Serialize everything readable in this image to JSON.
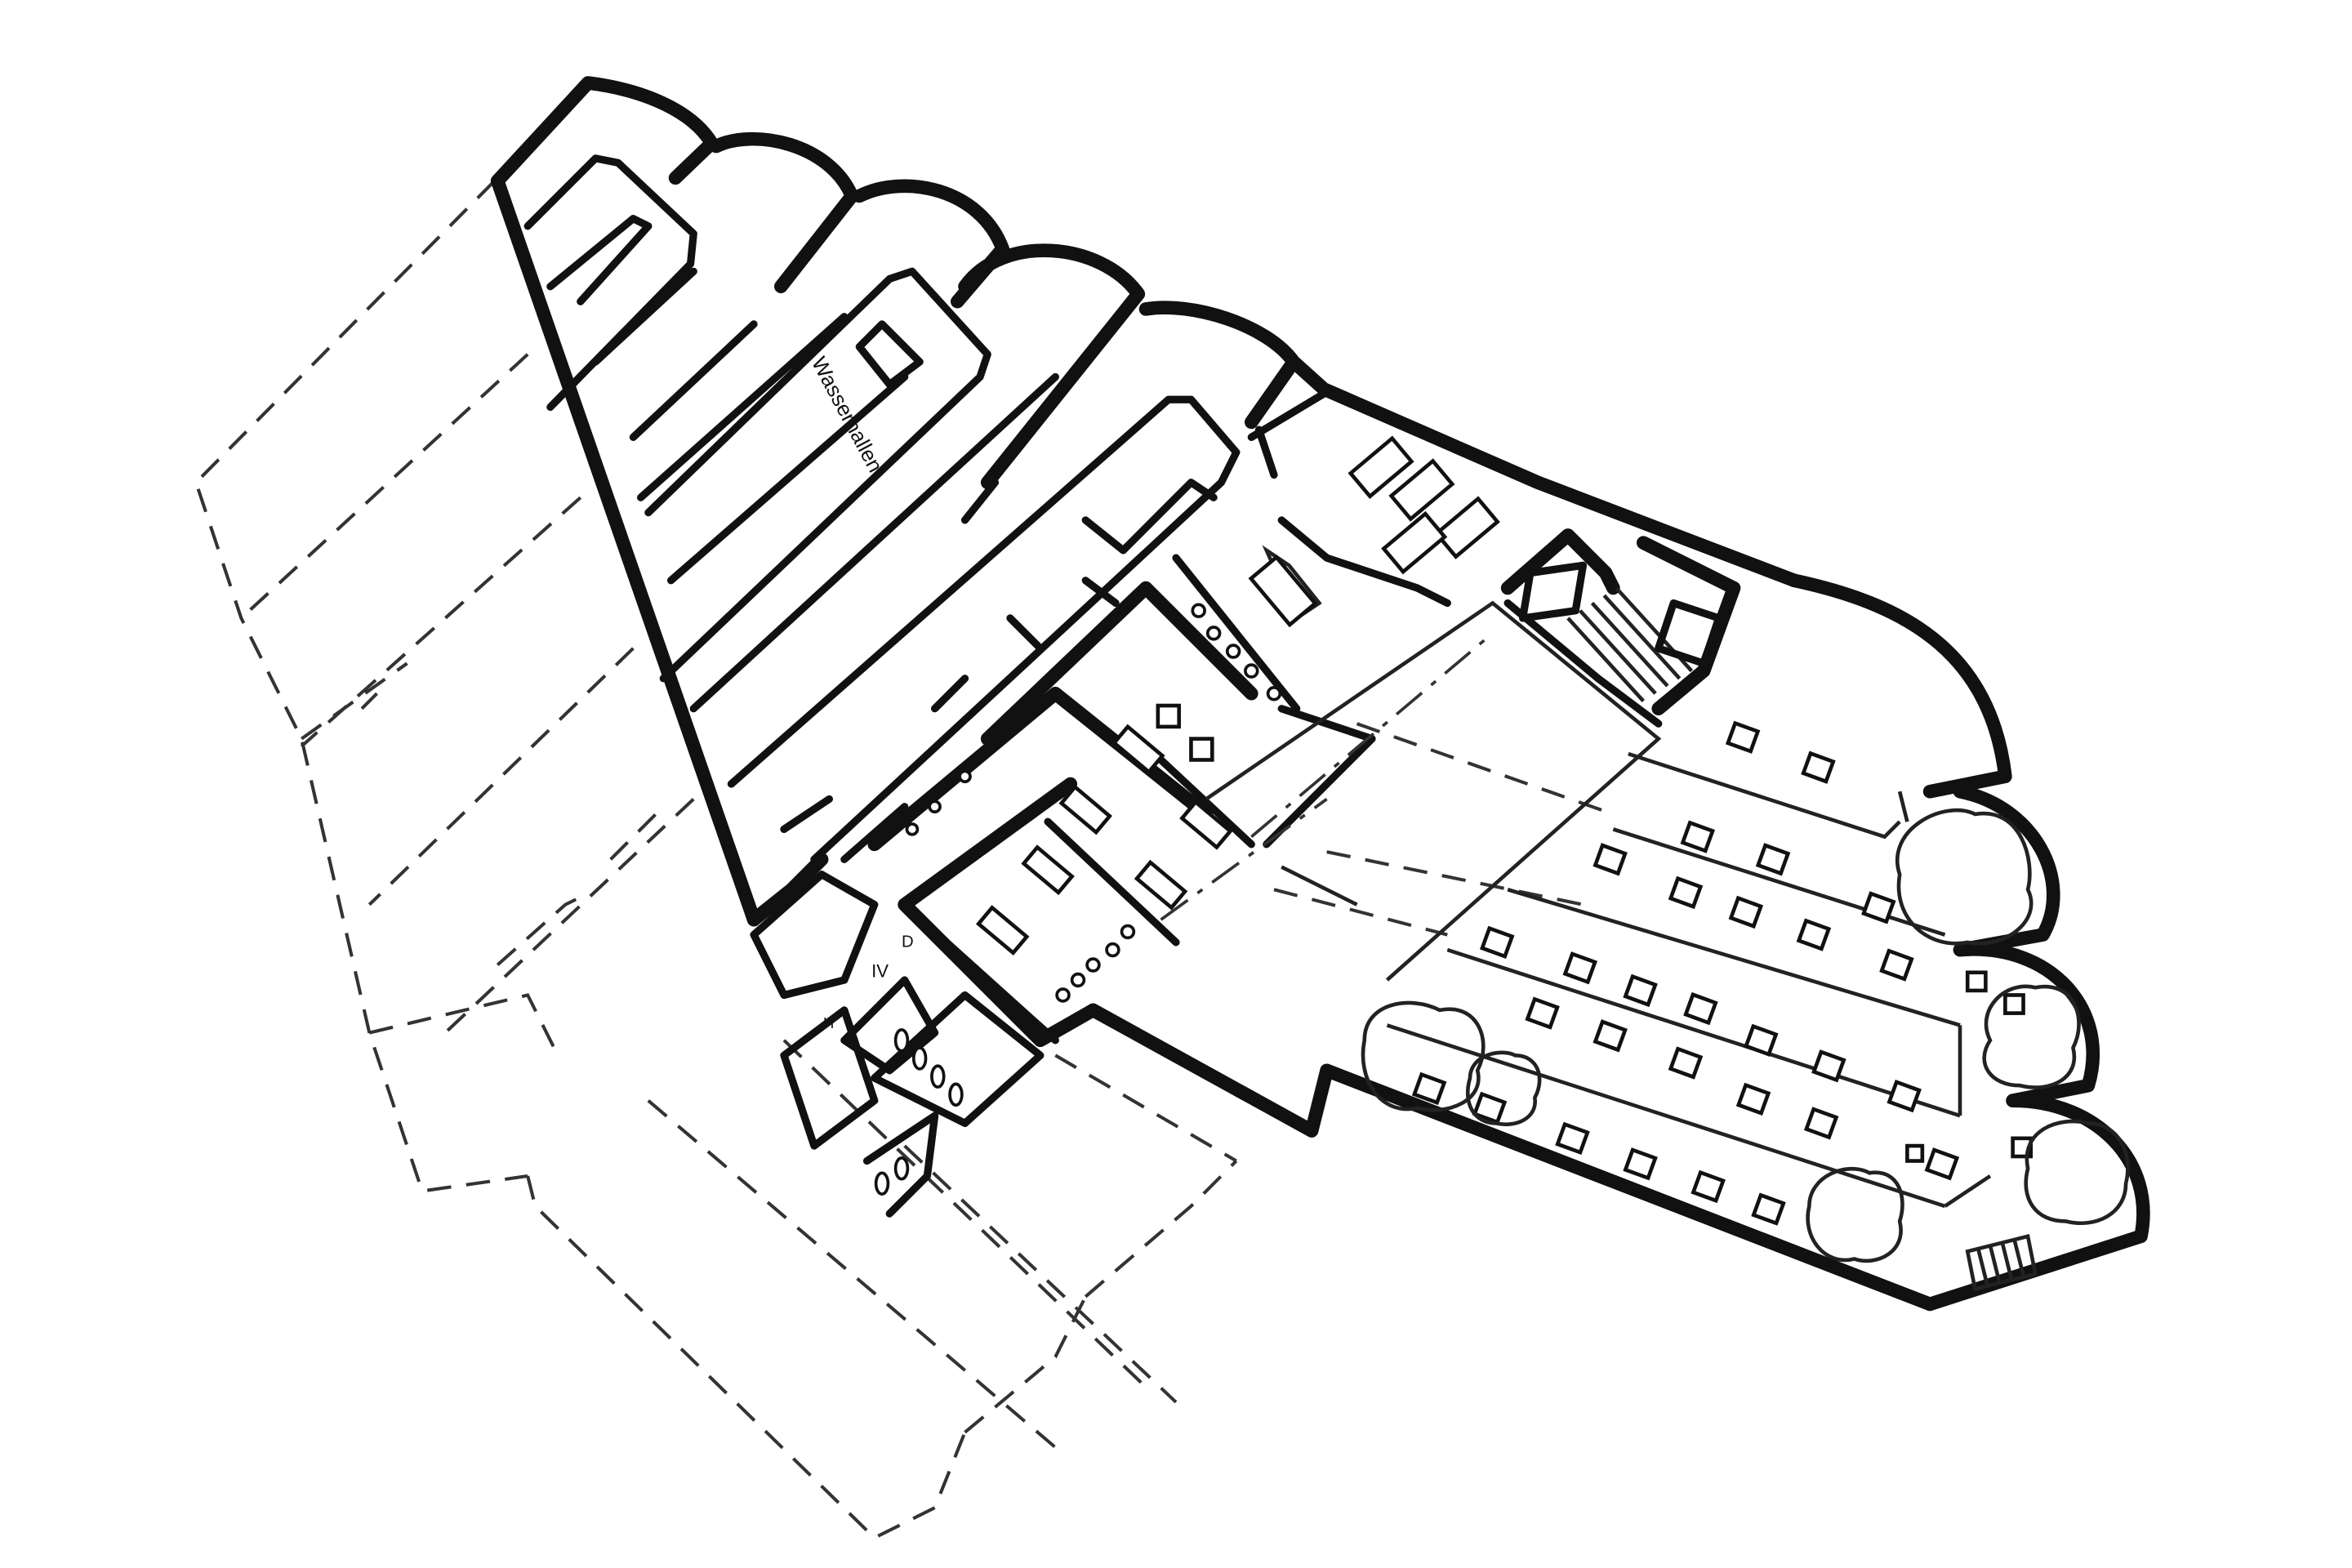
{
  "drawing": {
    "labels": {
      "water_halls": "Wasserhallen",
      "room_iv": "IV",
      "room_d": "D",
      "room_h": "H"
    },
    "colors": {
      "ink": "#111111",
      "paper": "#ffffff"
    }
  }
}
